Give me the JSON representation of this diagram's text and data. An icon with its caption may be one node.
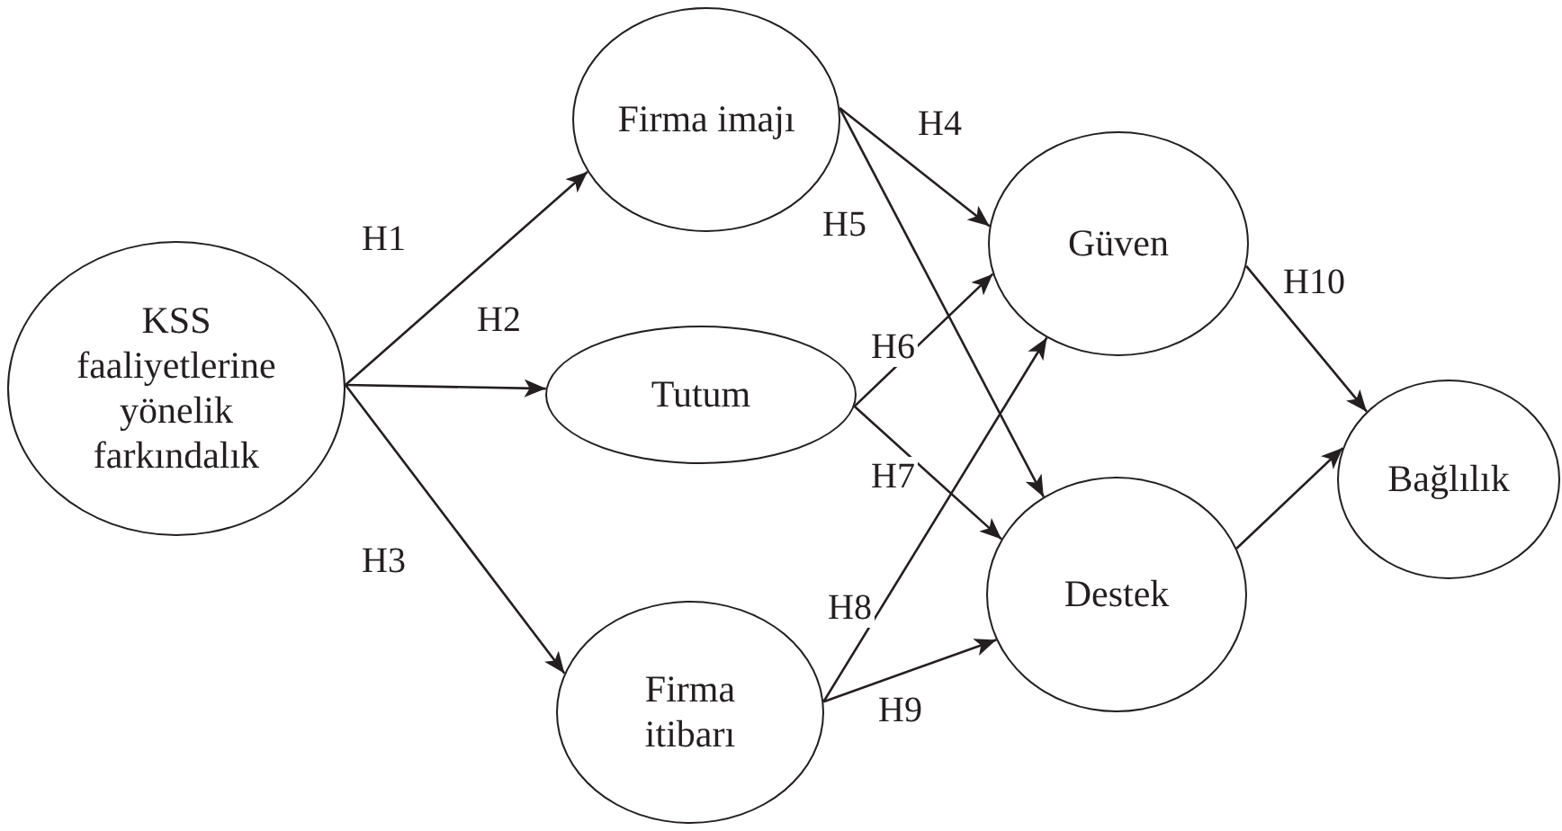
{
  "diagram": {
    "nodes": [
      {
        "text": [
          "KSS faaliyetlerine yönelik farkındalık"
        ]
      },
      {
        "text": [
          "Firma imajı"
        ]
      },
      {
        "text": [
          "Tutum"
        ]
      },
      {
        "text": [
          "Firma itibarı"
        ]
      },
      {
        "text": [
          "Güven"
        ]
      },
      {
        "text": [
          "Destek"
        ]
      },
      {
        "text": [
          "Bağlılık"
        ]
      }
    ],
    "edges": [
      {
        "from": 0,
        "to": 1,
        "arrow": "to",
        "label": "H1"
      },
      {
        "from": 0,
        "to": 2,
        "arrow": "to",
        "label": "H2"
      },
      {
        "from": 0,
        "to": 3,
        "arrow": "to",
        "label": "H3"
      },
      {
        "from": 1,
        "to": 4,
        "arrow": "to",
        "label": "H4"
      },
      {
        "from": 1,
        "to": 5,
        "arrow": "to",
        "label": "H5"
      },
      {
        "from": 2,
        "to": 4,
        "arrow": "to",
        "label": "H6"
      },
      {
        "from": 2,
        "to": 5,
        "arrow": "to",
        "label": "H7"
      },
      {
        "from": 3,
        "to": 4,
        "arrow": "to",
        "label": "H8"
      },
      {
        "from": 3,
        "to": 5,
        "arrow": "to",
        "label": "H9"
      },
      {
        "from": 4,
        "to": 6,
        "arrow": "to",
        "label": "H10"
      },
      {
        "from": 5,
        "to": 6,
        "arrow": "to"
      }
    ]
  }
}
